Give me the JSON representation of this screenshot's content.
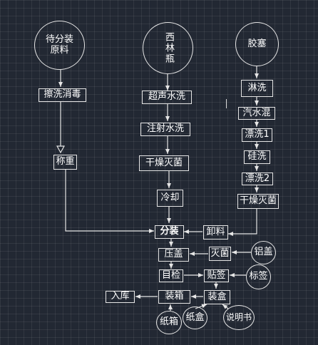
{
  "nodes": {
    "raw_material": "待分装\n原料",
    "vial": "西林瓶",
    "stopper": "胶塞",
    "scrub_disinfect": "擦洗消毒",
    "weigh": "称重",
    "ultrasonic_wash": "超声水洗",
    "jet_wash": "注射水洗",
    "dry_sterilize_1": "干燥灭菌",
    "cool": "冷却",
    "rinse": "淋洗",
    "steam_wash": "汽水混",
    "bleach_1": "漂洗1",
    "silicone_wash": "硅洗",
    "bleach_2": "漂洗2",
    "dry_sterilize_2": "干燥灭菌",
    "fill": "分装",
    "unload": "卸料",
    "cap": "压盖",
    "sterilize": "灭菌",
    "aluminum_cap": "铝盖",
    "visual_check": "目检",
    "labeling": "贴签",
    "label": "标签",
    "warehouse": "入库",
    "boxing": "装箱",
    "cartoning": "装盒",
    "carton_box": "纸箱",
    "paper_box": "纸盒",
    "manual": "说明书"
  },
  "colors": {
    "background": "#222833",
    "line": "#e6e6e6",
    "text": "#ffffff"
  }
}
